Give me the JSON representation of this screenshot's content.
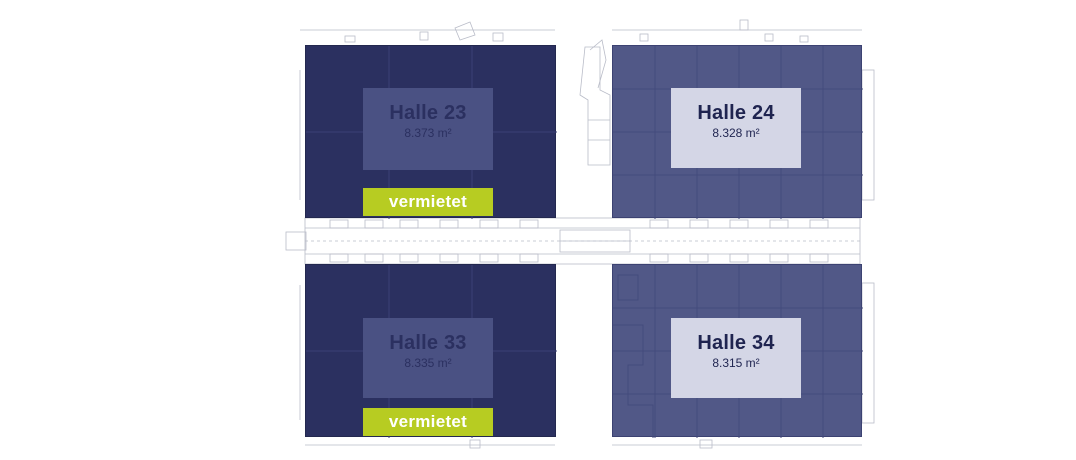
{
  "halls": [
    {
      "id": "23",
      "name": "Halle 23",
      "area": "8.373 m²",
      "status": "vermietet",
      "color": "#2b3060"
    },
    {
      "id": "24",
      "name": "Halle 24",
      "area": "8.328 m²",
      "status": "",
      "color": "#515887"
    },
    {
      "id": "33",
      "name": "Halle 33",
      "area": "8.335 m²",
      "status": "vermietet",
      "color": "#2b3060"
    },
    {
      "id": "34",
      "name": "Halle 34",
      "area": "8.315 m²",
      "status": "",
      "color": "#515887"
    }
  ],
  "colors": {
    "rented_badge": "#b7cc22",
    "rented_hall": "#2b3060",
    "available_hall": "#515887",
    "linework": "#b9bcc8"
  }
}
